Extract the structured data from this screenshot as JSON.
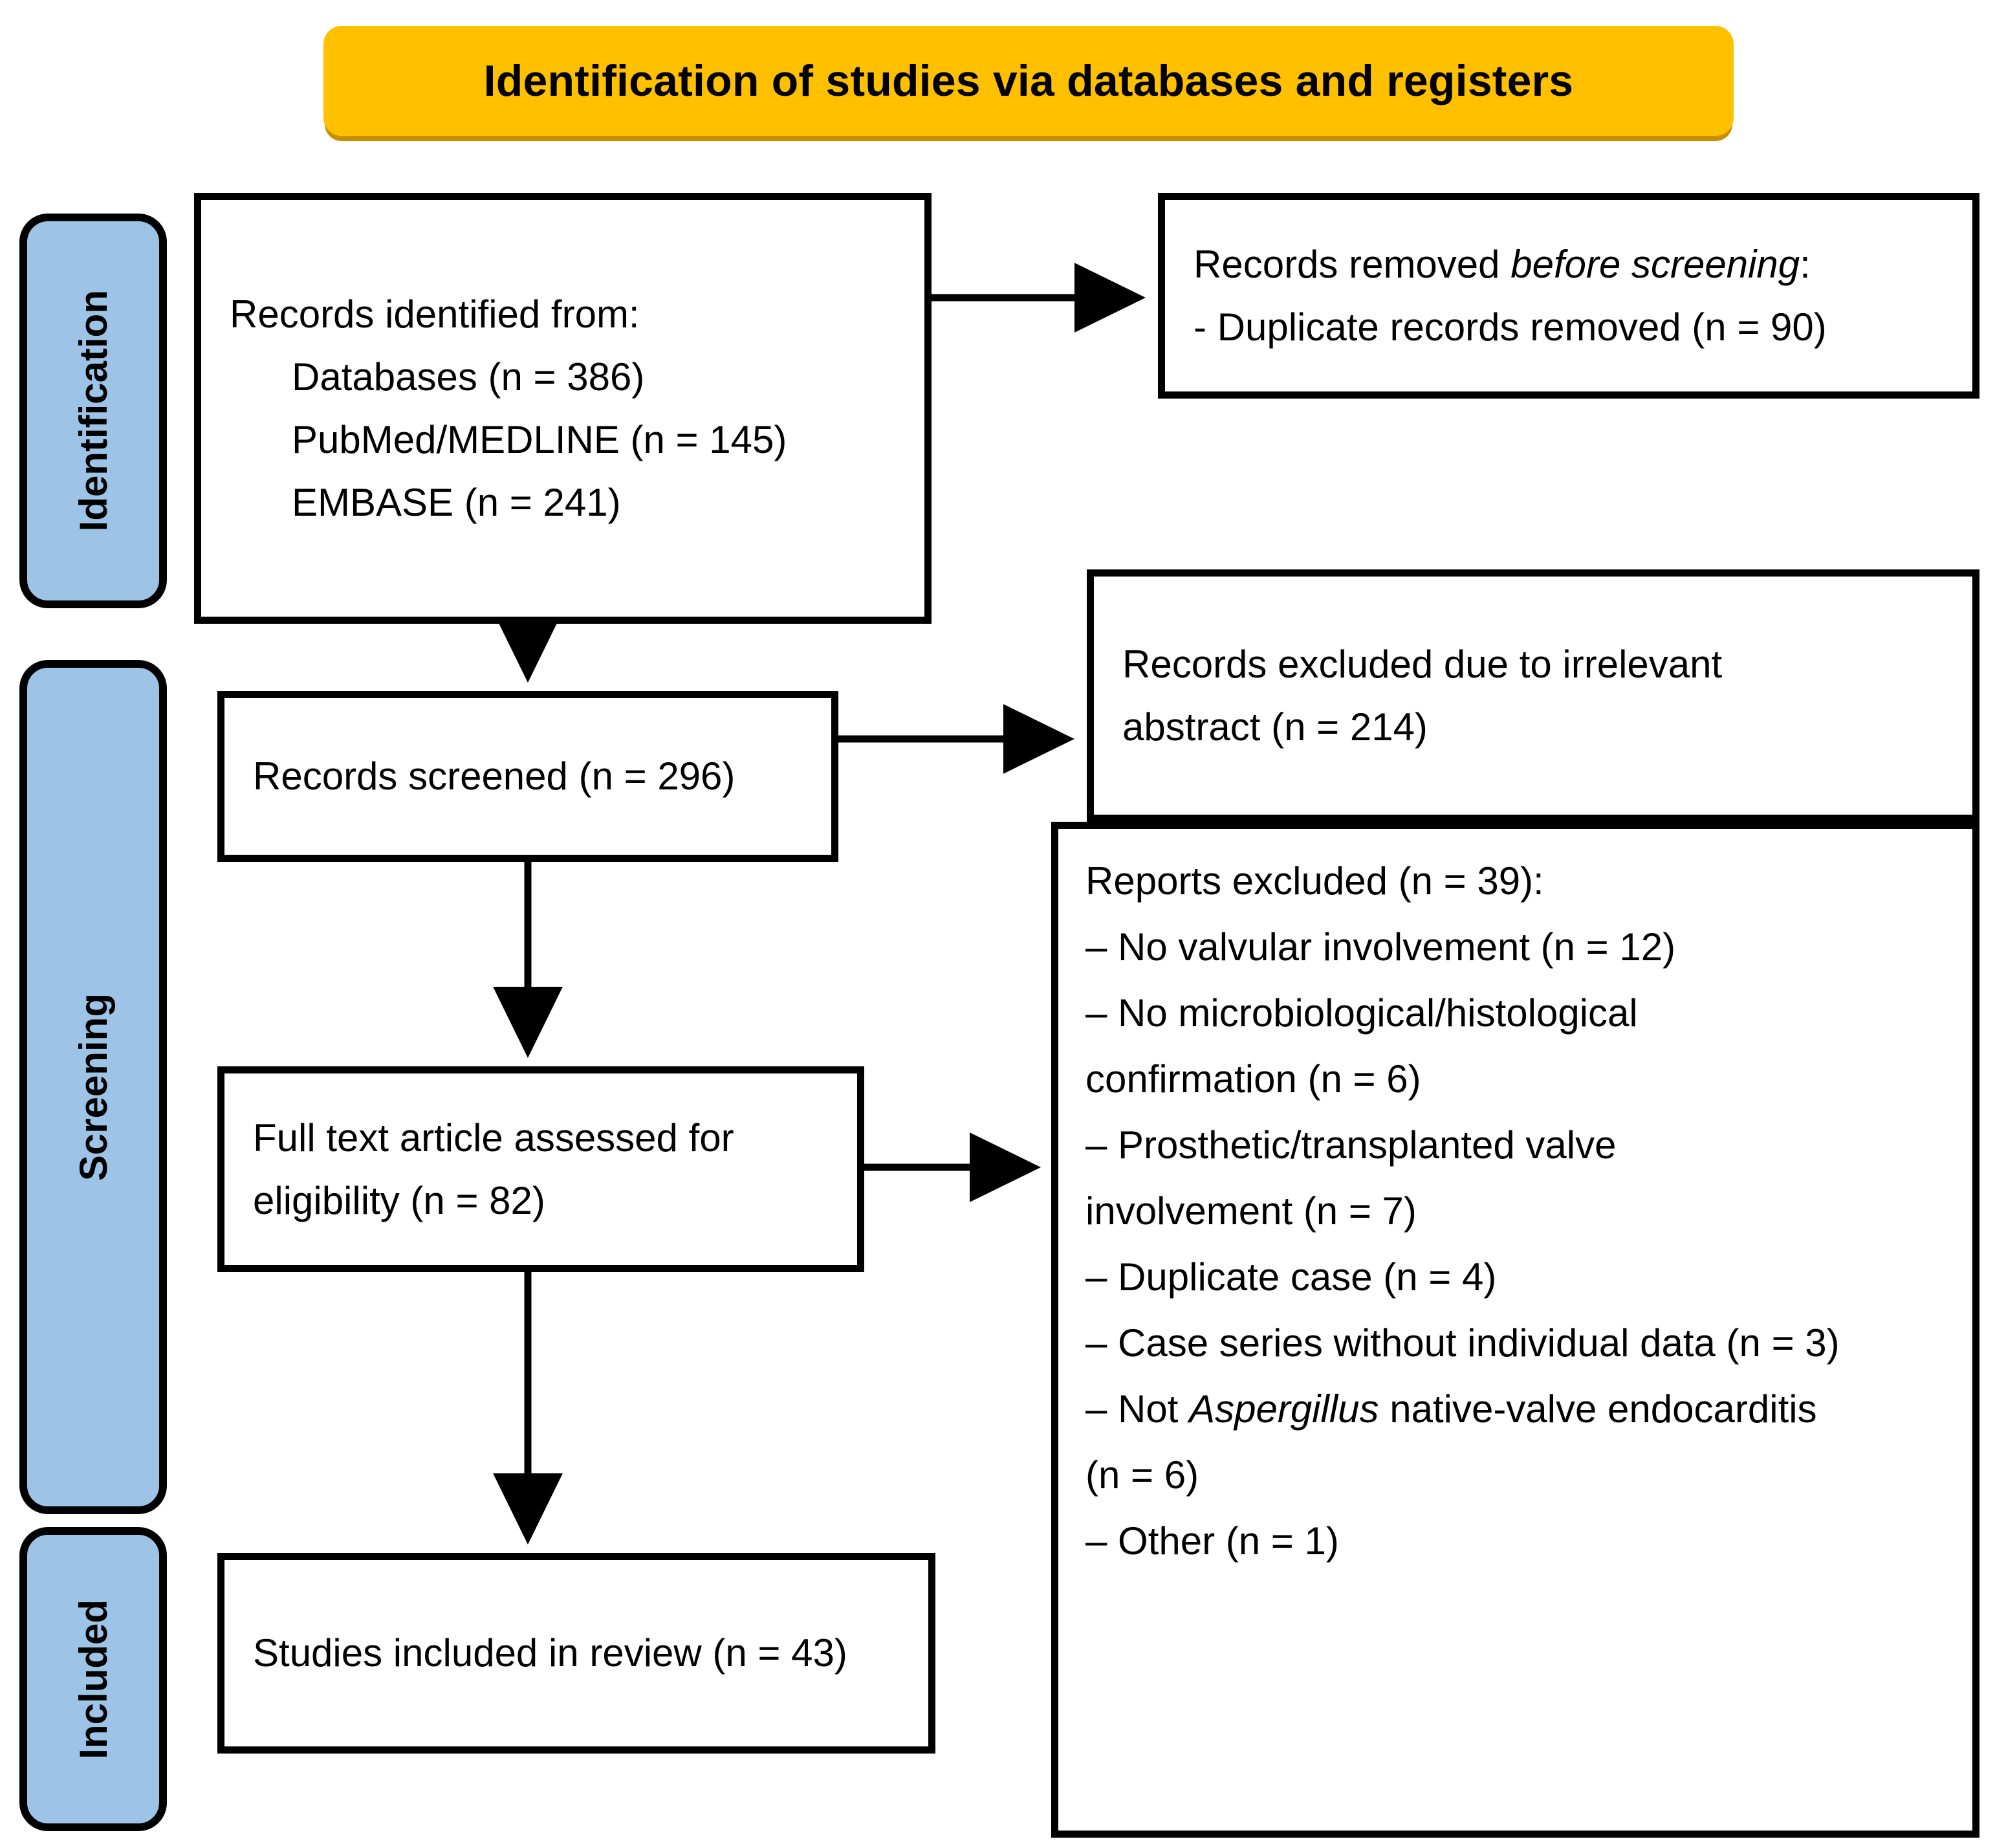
{
  "banner": {
    "title": "Identification of studies via databases and registers"
  },
  "colors": {
    "banner_fill": "#FFC000",
    "banner_shadow": "#C89000",
    "stage_fill": "#9DC3E6",
    "box_border": "#000000",
    "text": "#000000",
    "background": "#FFFFFF"
  },
  "stages": [
    {
      "id": "identification",
      "label": "Identification"
    },
    {
      "id": "screening",
      "label": "Screening"
    },
    {
      "id": "included",
      "label": "Included"
    }
  ],
  "boxes": {
    "records_identified": {
      "line1": "Records identified from:",
      "line2": "Databases (n = 386)",
      "line3": "PubMed/MEDLINE (n = 145)",
      "line4": "EMBASE (n = 241)"
    },
    "records_removed": {
      "line1_pre": "Records removed ",
      "line1_em": "before screening",
      "line1_post": ":",
      "line2": "- Duplicate records removed (n = 90)"
    },
    "records_screened": {
      "line1": "Records screened (n = 296)"
    },
    "records_excluded_abstract": {
      "line1": "Records excluded due to irrelevant",
      "line2": "abstract (n = 214)"
    },
    "full_text_assessed": {
      "line1": "Full text article assessed for",
      "line2": "eligibility (n = 82)"
    },
    "reports_excluded": {
      "heading": "Reports excluded (n = 39):",
      "items": [
        "– No valvular involvement (n = 12)",
        "– No microbiological/histological",
        "confirmation (n = 6)",
        "– Prosthetic/transplanted valve",
        "involvement (n = 7)",
        "– Duplicate case (n = 4)",
        "– Case series without individual data (n = 3)"
      ],
      "item_aspergillus_pre": "– Not ",
      "item_aspergillus_em": "Aspergillus",
      "item_aspergillus_post": " native-valve endocarditis",
      "item_aspergillus_n": "(n = 6)",
      "item_other": "– Other (n = 1)"
    },
    "studies_included": {
      "line1": "Studies included in review (n = 43)"
    }
  },
  "chart_data": {
    "type": "flowchart",
    "title": "Identification of studies via databases and registers",
    "nodes": [
      {
        "id": "records_identified",
        "stage": "Identification",
        "label": "Records identified from: Databases (n = 386); PubMed/MEDLINE (n = 145); EMBASE (n = 241)",
        "n": 386
      },
      {
        "id": "records_removed",
        "stage": "Identification",
        "label": "Records removed before screening: - Duplicate records removed (n = 90)",
        "n": 90
      },
      {
        "id": "records_screened",
        "stage": "Screening",
        "label": "Records screened (n = 296)",
        "n": 296
      },
      {
        "id": "records_excluded_abstract",
        "stage": "Screening",
        "label": "Records excluded due to irrelevant abstract (n = 214)",
        "n": 214
      },
      {
        "id": "full_text_assessed",
        "stage": "Screening",
        "label": "Full text article assessed for eligibility (n = 82)",
        "n": 82
      },
      {
        "id": "reports_excluded",
        "stage": "Screening",
        "label": "Reports excluded (n = 39)",
        "n": 39
      },
      {
        "id": "studies_included",
        "stage": "Included",
        "label": "Studies included in review (n = 43)",
        "n": 43
      }
    ],
    "edges": [
      {
        "from": "records_identified",
        "to": "records_removed",
        "direction": "right"
      },
      {
        "from": "records_identified",
        "to": "records_screened",
        "direction": "down"
      },
      {
        "from": "records_screened",
        "to": "records_excluded_abstract",
        "direction": "right"
      },
      {
        "from": "records_screened",
        "to": "full_text_assessed",
        "direction": "down"
      },
      {
        "from": "full_text_assessed",
        "to": "reports_excluded",
        "direction": "right"
      },
      {
        "from": "full_text_assessed",
        "to": "studies_included",
        "direction": "down"
      }
    ],
    "exclusion_breakdown": {
      "categories": [
        "No valvular involvement",
        "No microbiological/histological confirmation",
        "Prosthetic/transplanted valve involvement",
        "Duplicate case",
        "Case series without individual data",
        "Not Aspergillus native-valve endocarditis",
        "Other"
      ],
      "values": [
        12,
        6,
        7,
        4,
        3,
        6,
        1
      ],
      "total": 39
    }
  }
}
